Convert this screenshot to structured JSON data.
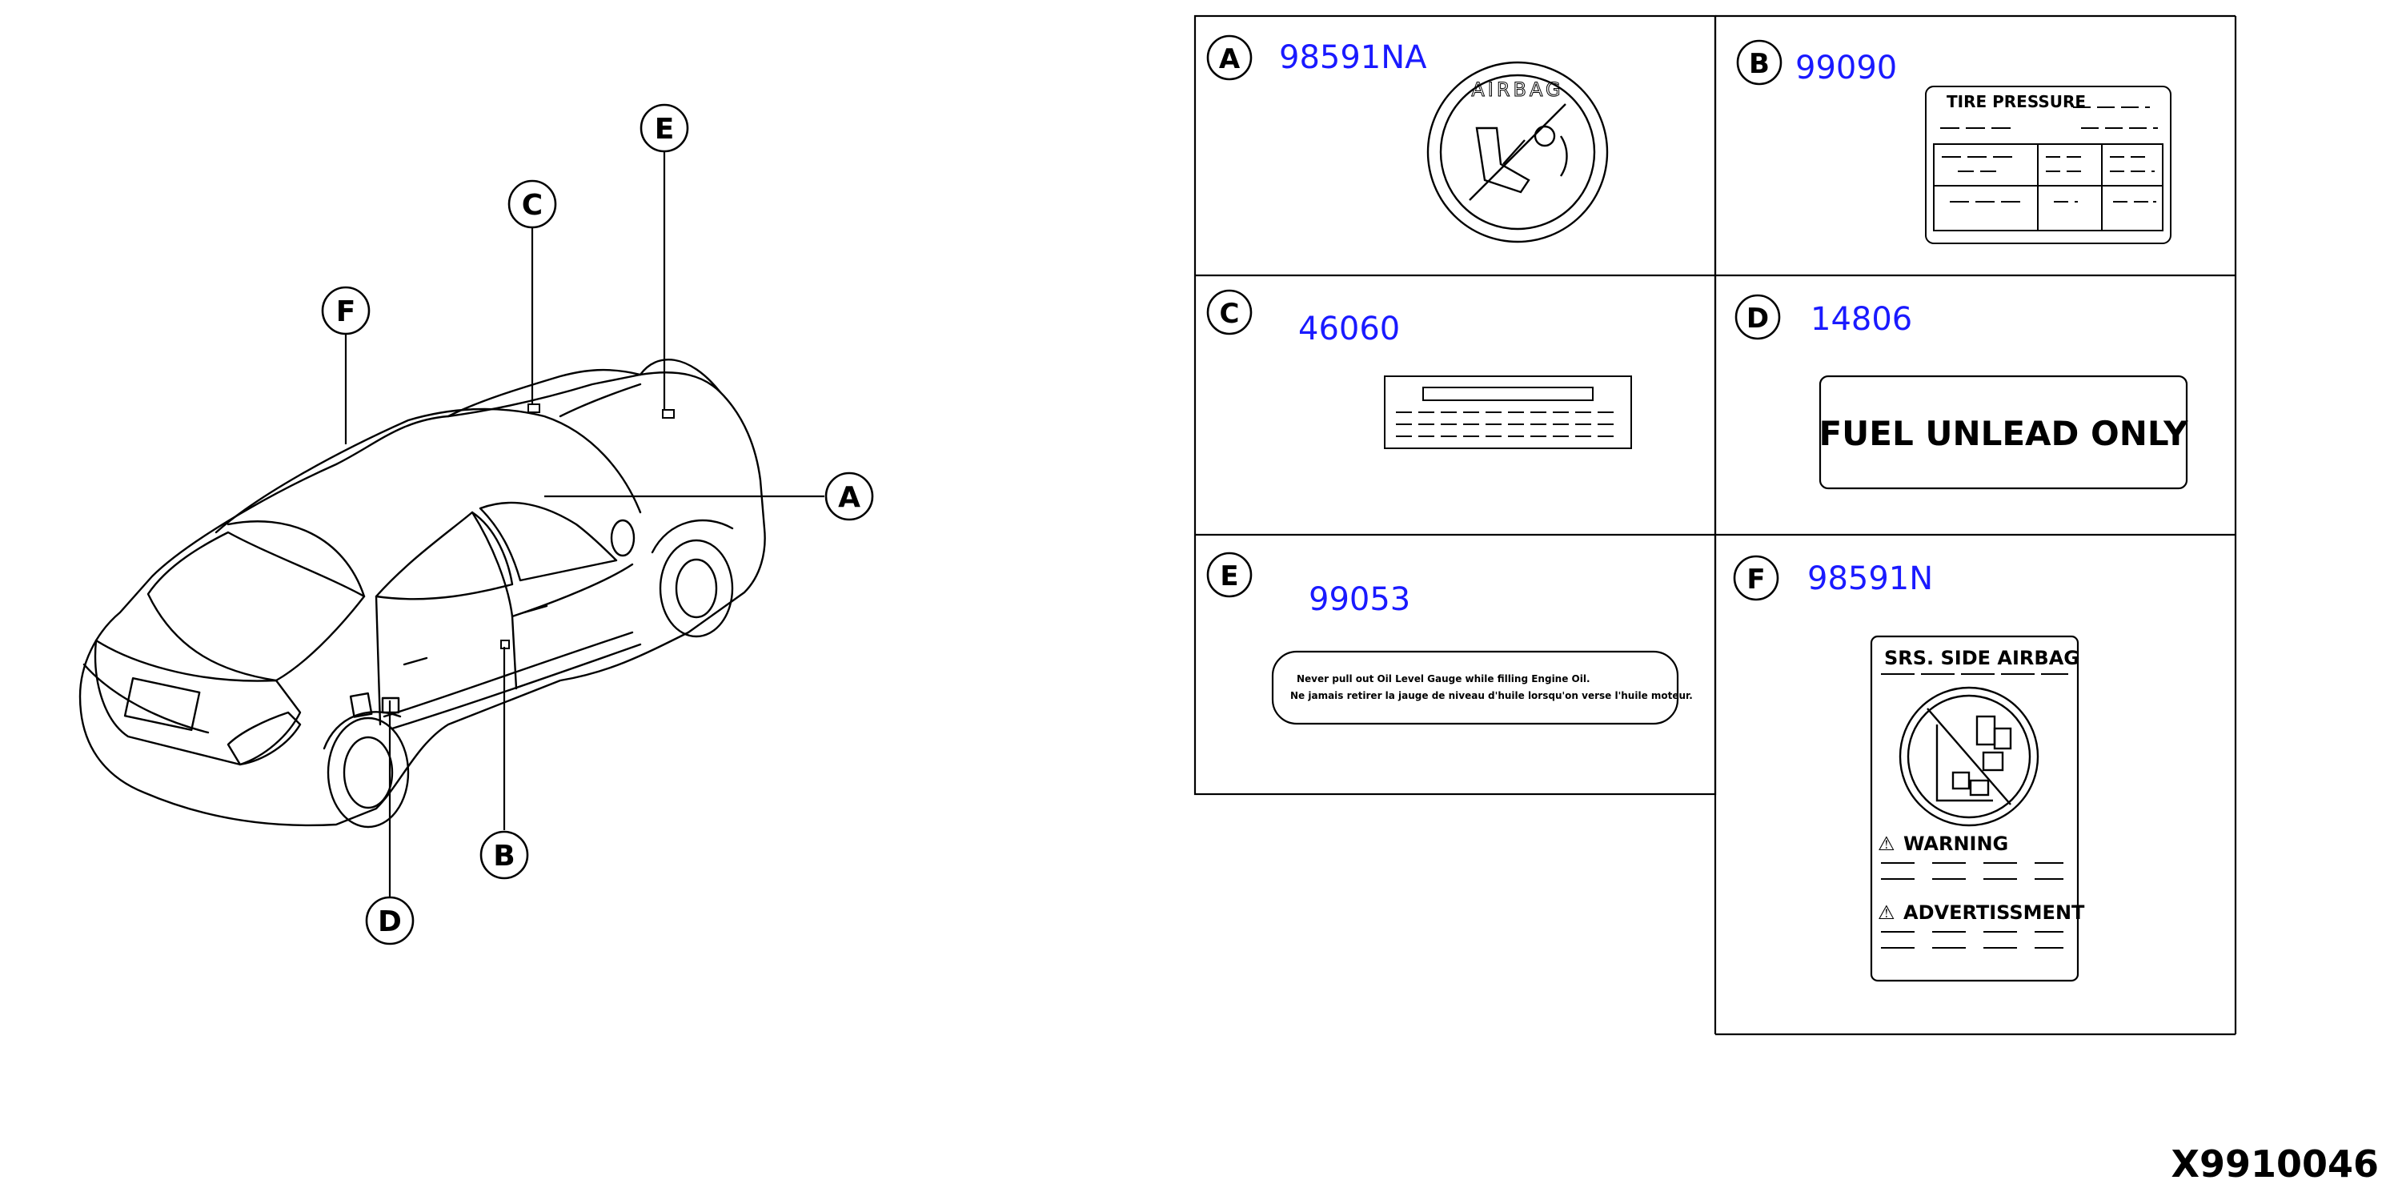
{
  "callouts": {
    "A": "A",
    "B": "B",
    "C": "C",
    "D": "D",
    "E": "E",
    "F": "F"
  },
  "panels": {
    "A": {
      "letter": "A",
      "part_number": "98591NA",
      "label_text": "AIRBAG"
    },
    "B": {
      "letter": "B",
      "part_number": "99090",
      "label_text": "TIRE PRESSURE"
    },
    "C": {
      "letter": "C",
      "part_number": "46060"
    },
    "D": {
      "letter": "D",
      "part_number": "14806",
      "label_text": "FUEL UNLEAD ONLY"
    },
    "E": {
      "letter": "E",
      "part_number": "99053",
      "line1": "Never pull out Oil Level Gauge while filling Engine Oil.",
      "line2": "Ne jamais retirer la jauge de niveau d'huile lorsqu'on verse l'huile moteur."
    },
    "F": {
      "letter": "F",
      "part_number": "98591N",
      "title": "SRS. SIDE AIRBAG",
      "warning": "WARNING",
      "advertissment": "ADVERTISSMENT"
    }
  },
  "diagram_id": "X9910046",
  "colors": {
    "part_number": "#1a1aff",
    "ink": "#000000"
  }
}
